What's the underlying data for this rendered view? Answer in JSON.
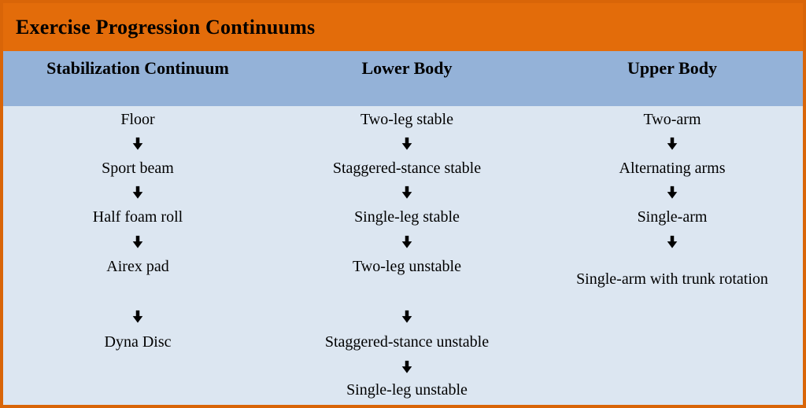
{
  "title": "Exercise Progression Continuums",
  "columns": [
    {
      "header": "Stabilization Continuum",
      "items": [
        "Floor",
        "Sport beam",
        "Half foam roll",
        "Airex pad",
        "Dyna Disc"
      ]
    },
    {
      "header": "Lower Body",
      "items": [
        "Two-leg stable",
        "Staggered-stance stable",
        "Single-leg stable",
        "Two-leg unstable",
        "Staggered-stance unstable",
        "Single-leg unstable"
      ]
    },
    {
      "header": "Upper Body",
      "items": [
        "Two-arm",
        "Alternating arms",
        "Single-arm",
        "Single-arm with trunk rotation"
      ]
    }
  ],
  "icons": {
    "arrow": "down-arrow"
  },
  "colors": {
    "title_bar_bg": "#e36c0a",
    "border": "#d96508",
    "header_row_bg": "#94b2d8",
    "body_bg": "#dce6f1",
    "text": "#000000",
    "arrow": "#000000"
  }
}
